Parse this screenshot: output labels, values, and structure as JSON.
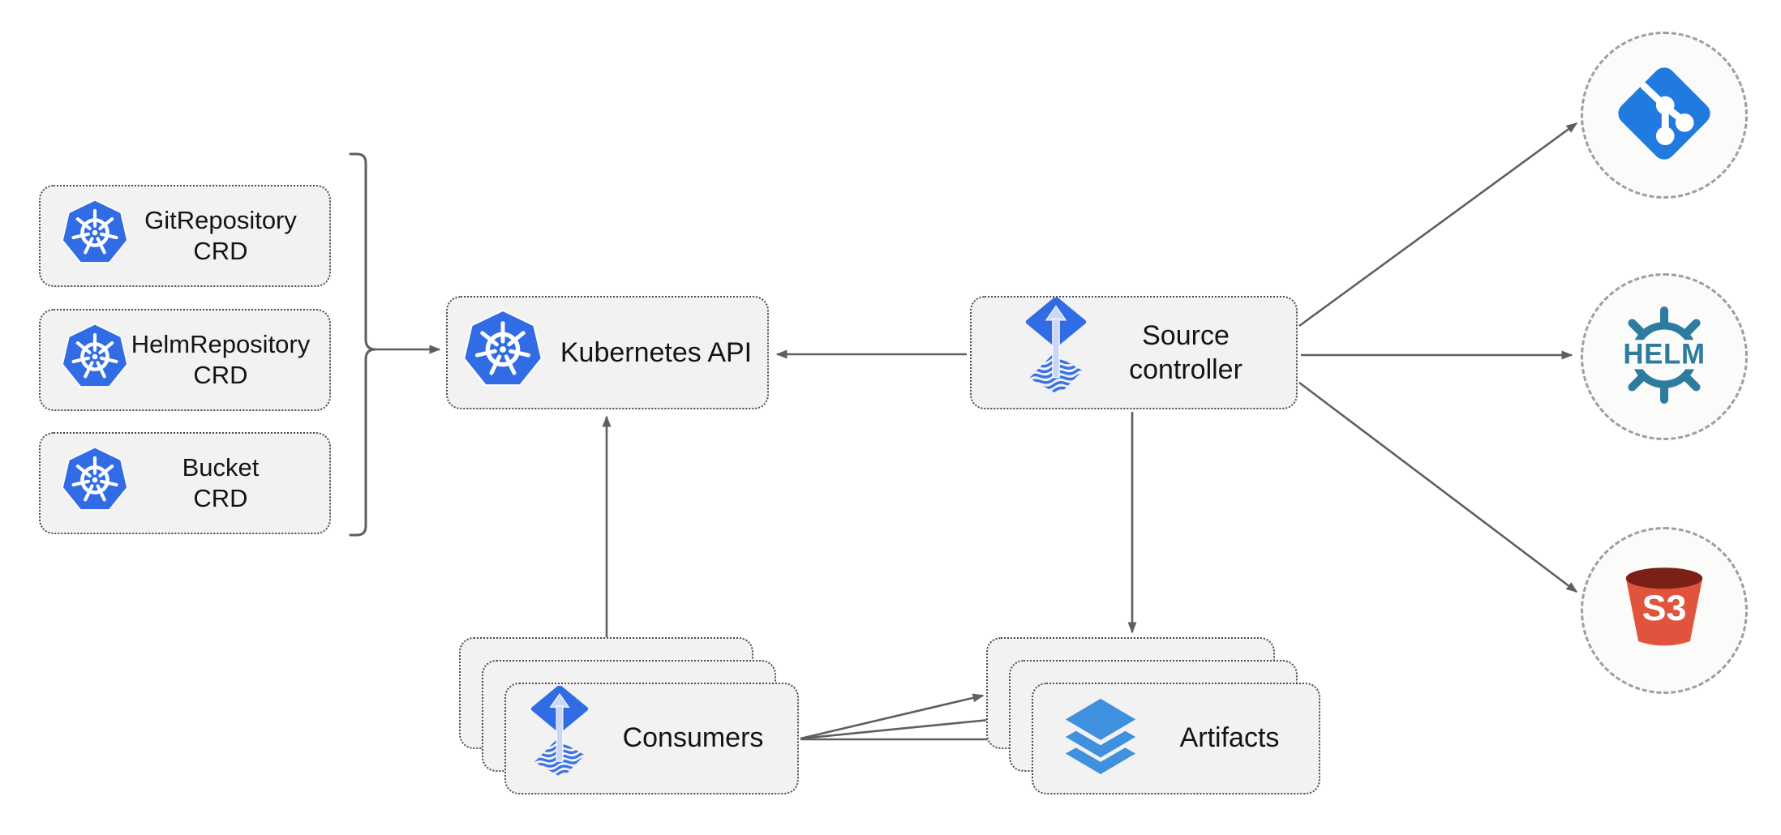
{
  "diagram": {
    "nodes": {
      "git_repository_crd": {
        "line1": "GitRepository",
        "line2": "CRD",
        "icon": "kubernetes-icon"
      },
      "helm_repository_crd": {
        "line1": "HelmRepository",
        "line2": "CRD",
        "icon": "kubernetes-icon"
      },
      "bucket_crd": {
        "line1": "Bucket",
        "line2": "CRD",
        "icon": "kubernetes-icon"
      },
      "kubernetes_api": {
        "label": "Kubernetes API",
        "icon": "kubernetes-icon"
      },
      "source_controller": {
        "line1": "Source",
        "line2": "controller",
        "icon": "flux-icon"
      },
      "consumers": {
        "label": "Consumers",
        "icon": "flux-icon",
        "stacked": true
      },
      "artifacts": {
        "label": "Artifacts",
        "icon": "layers-icon",
        "stacked": true
      }
    },
    "external": {
      "git": {
        "icon": "git-icon"
      },
      "helm": {
        "icon": "helm-icon",
        "logo_text": "HELM"
      },
      "s3": {
        "icon": "s3-bucket-icon",
        "logo_text": "S3"
      }
    },
    "colors": {
      "background": "#ffffff",
      "node_fill": "#f2f2f2",
      "node_border": "#4d4d4d",
      "arrow": "#5f5f5f",
      "kubernetes_blue": "#326CE5",
      "flux_blue": "#316CE4",
      "flux_arrow_light": "#c9d6f6",
      "git_blue": "#217AE0",
      "helm_teal": "#2D7CA0",
      "s3_red": "#E0543E",
      "s3_dark_red": "#7A2016",
      "layers_blue": "#4090E0",
      "circle_fill": "#fbfbf9",
      "circle_border": "#9e9e9e",
      "text": "#141414"
    }
  }
}
